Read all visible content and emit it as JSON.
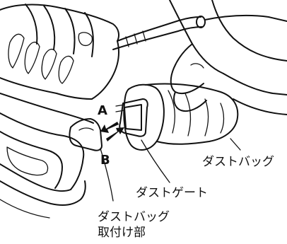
{
  "labels": {
    "arrow_a": "A",
    "arrow_b": "B",
    "dust_bag": "ダストバッグ",
    "dust_gate": "ダストゲート",
    "mount_line1": "ダストバッグ",
    "mount_line2": "取付け部"
  },
  "colors": {
    "line": "#111111",
    "background": "#ffffff"
  }
}
